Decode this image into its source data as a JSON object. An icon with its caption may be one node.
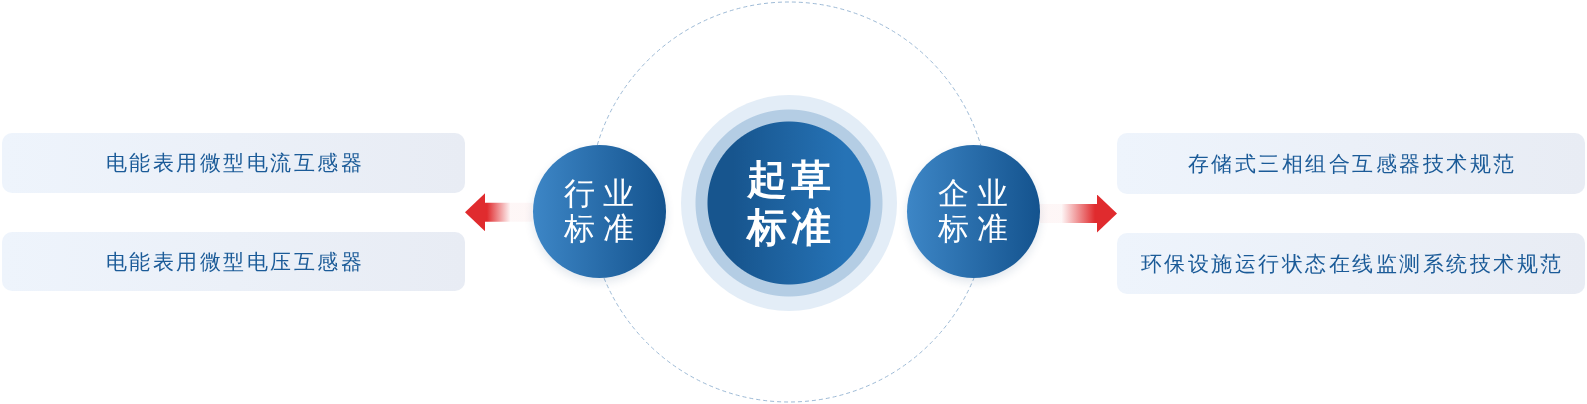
{
  "diagram": {
    "nodes": [
      {
        "text": [
          "电能表用微型电流互感器"
        ]
      },
      {
        "text": [
          "电能表用微型电压互感器"
        ]
      },
      {
        "text": [
          "行业标准"
        ]
      },
      {
        "text": [
          "起草标准"
        ]
      },
      {
        "text": [
          "企业标准"
        ]
      },
      {
        "text": [
          "存储式三相组合互感器技术规范"
        ]
      },
      {
        "text": [
          "环保设施运行状态在线监测系统技术规范"
        ]
      }
    ],
    "edges": [
      {
        "from": 2,
        "to": 0,
        "arrow": "to"
      },
      {
        "from": 2,
        "to": 1,
        "arrow": "to"
      },
      {
        "from": 4,
        "to": 5,
        "arrow": "to"
      },
      {
        "from": 4,
        "to": 6,
        "arrow": "to"
      }
    ]
  }
}
